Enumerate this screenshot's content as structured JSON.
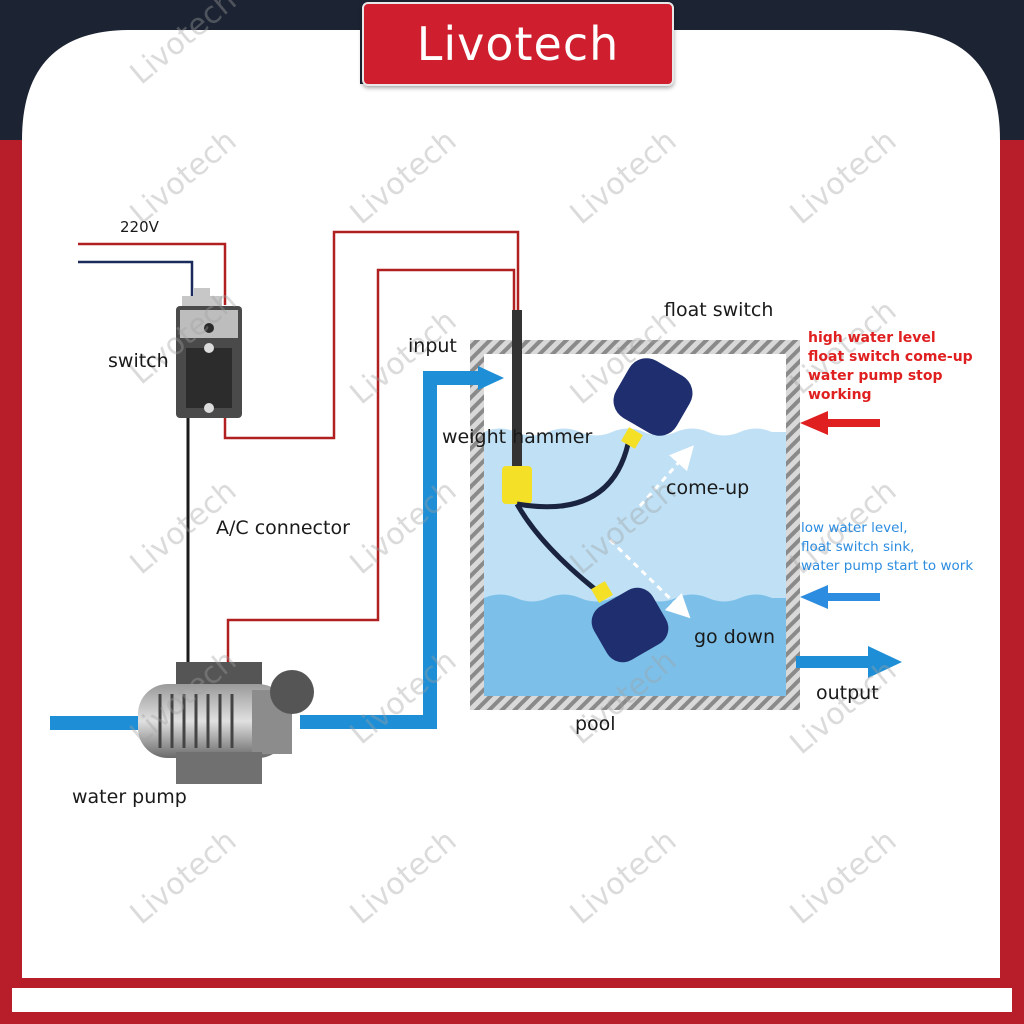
{
  "brand": {
    "logo_text": "Livotech",
    "watermark_text": "Livotech",
    "colors": {
      "frame_dark": "#1c2433",
      "frame_red": "#b81d2a",
      "logo_red": "#cf1f2e",
      "pipe_blue": "#1e8fd6",
      "water_light": "#bfe0f5",
      "water_deep": "#7cc0ea",
      "wire_red": "#b02020",
      "wire_navy": "#1a2a5a"
    }
  },
  "labels": {
    "voltage": "220V",
    "switch": "switch",
    "ac_connector": "A/C connector",
    "water_pump": "water pump",
    "input": "input",
    "float_switch": "float switch",
    "weight_hammer": "weight  hammer",
    "come_up": "come-up",
    "go_down": "go down",
    "pool": "pool",
    "output": "output"
  },
  "high_level_note": [
    "high water level",
    "float switch come-up",
    "water pump stop",
    "working"
  ],
  "low_level_note": [
    "low water level,",
    "float switch sink,",
    "water pump start to work"
  ],
  "icons": [
    "switch-icon",
    "water-pump-icon",
    "float-ball-icon",
    "weight-hammer-icon",
    "arrow-icon"
  ]
}
